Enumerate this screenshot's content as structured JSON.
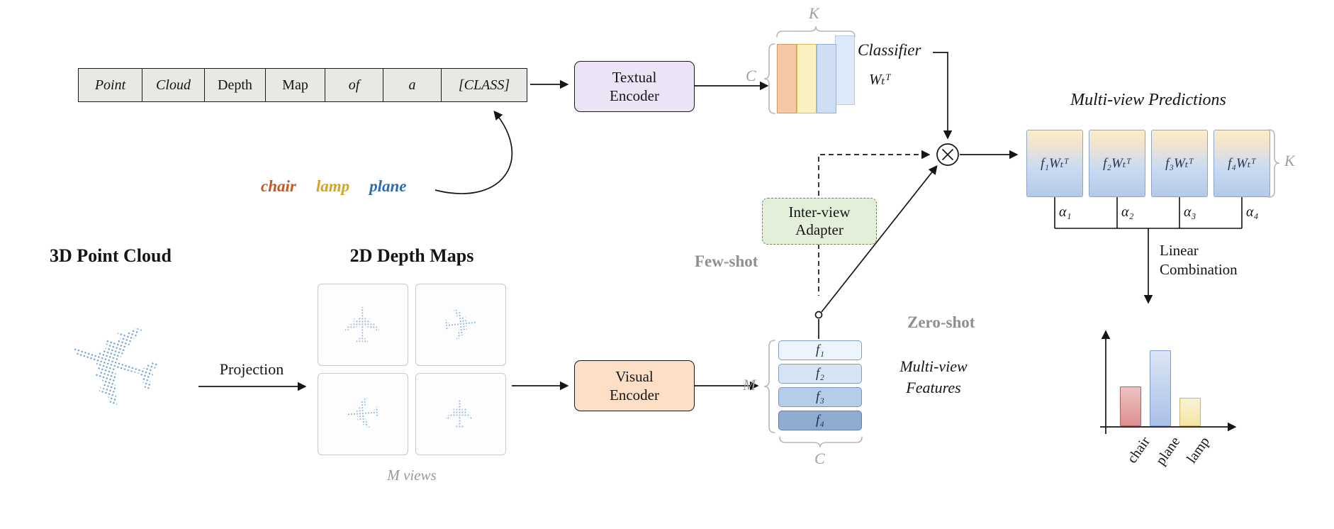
{
  "icons": {
    "airplane": "✈"
  },
  "colors": {
    "textual_encoder_bg": "#ece4f6",
    "visual_encoder_bg": "#fcdfc6",
    "adapter_bg": "#e3efd9",
    "chair": "#c05a28",
    "lamp": "#d7a31c",
    "plane": "#2d6cb0",
    "gray_annotation": "#a0a0a0"
  },
  "prompt": {
    "cells": [
      {
        "text": "Point"
      },
      {
        "text": "Cloud"
      },
      {
        "text": "Depth"
      },
      {
        "text": "Map"
      },
      {
        "text": "of"
      },
      {
        "text": "a"
      },
      {
        "text": "[CLASS]"
      }
    ],
    "classes": [
      {
        "label": "chair",
        "color": "#c05a28"
      },
      {
        "label": "lamp",
        "color": "#d7a31c"
      },
      {
        "label": "plane",
        "color": "#2d6cb0"
      }
    ]
  },
  "headings": {
    "point_cloud": "3D Point Cloud",
    "depth_maps": "2D Depth Maps",
    "projection": "Projection",
    "m_views": "M views"
  },
  "encoders": {
    "textual": "Textual Encoder",
    "visual": "Visual Encoder"
  },
  "adapter": {
    "label": "Inter-view Adapter"
  },
  "classifier": {
    "label": "Classifier",
    "weights": "Wₜᵀ"
  },
  "modes": {
    "few_shot": "Few-shot",
    "zero_shot": "Zero-shot"
  },
  "dims": {
    "k_text": "K",
    "c_text": "C",
    "m_feat": "M",
    "c_feat": "C",
    "k_pred": "K"
  },
  "features": {
    "title": "Multi-view Features",
    "items": [
      {
        "label": "f₁"
      },
      {
        "label": "f₂"
      },
      {
        "label": "f₃"
      },
      {
        "label": "f₄"
      }
    ]
  },
  "predictions": {
    "title": "Multi-view Predictions",
    "items": [
      {
        "label": "f₁Wₜᵀ"
      },
      {
        "label": "f₂Wₜᵀ"
      },
      {
        "label": "f₃Wₜᵀ"
      },
      {
        "label": "f₄Wₜᵀ"
      }
    ],
    "alphas": [
      {
        "label": "α₁"
      },
      {
        "label": "α₂"
      },
      {
        "label": "α₃"
      },
      {
        "label": "α₄"
      }
    ],
    "combination": "Linear Combination"
  },
  "chart_data": {
    "type": "bar",
    "categories": [
      "chair",
      "plane",
      "lamp"
    ],
    "values": [
      0.5,
      1.0,
      0.35
    ],
    "bars": [
      {
        "label": "chair",
        "color": "#dd8f8f",
        "height_px": "56px"
      },
      {
        "label": "plane",
        "color": "#a9c0e8",
        "height_px": "107px"
      },
      {
        "label": "lamp",
        "color": "#f3e6a8",
        "height_px": "40px"
      }
    ]
  }
}
